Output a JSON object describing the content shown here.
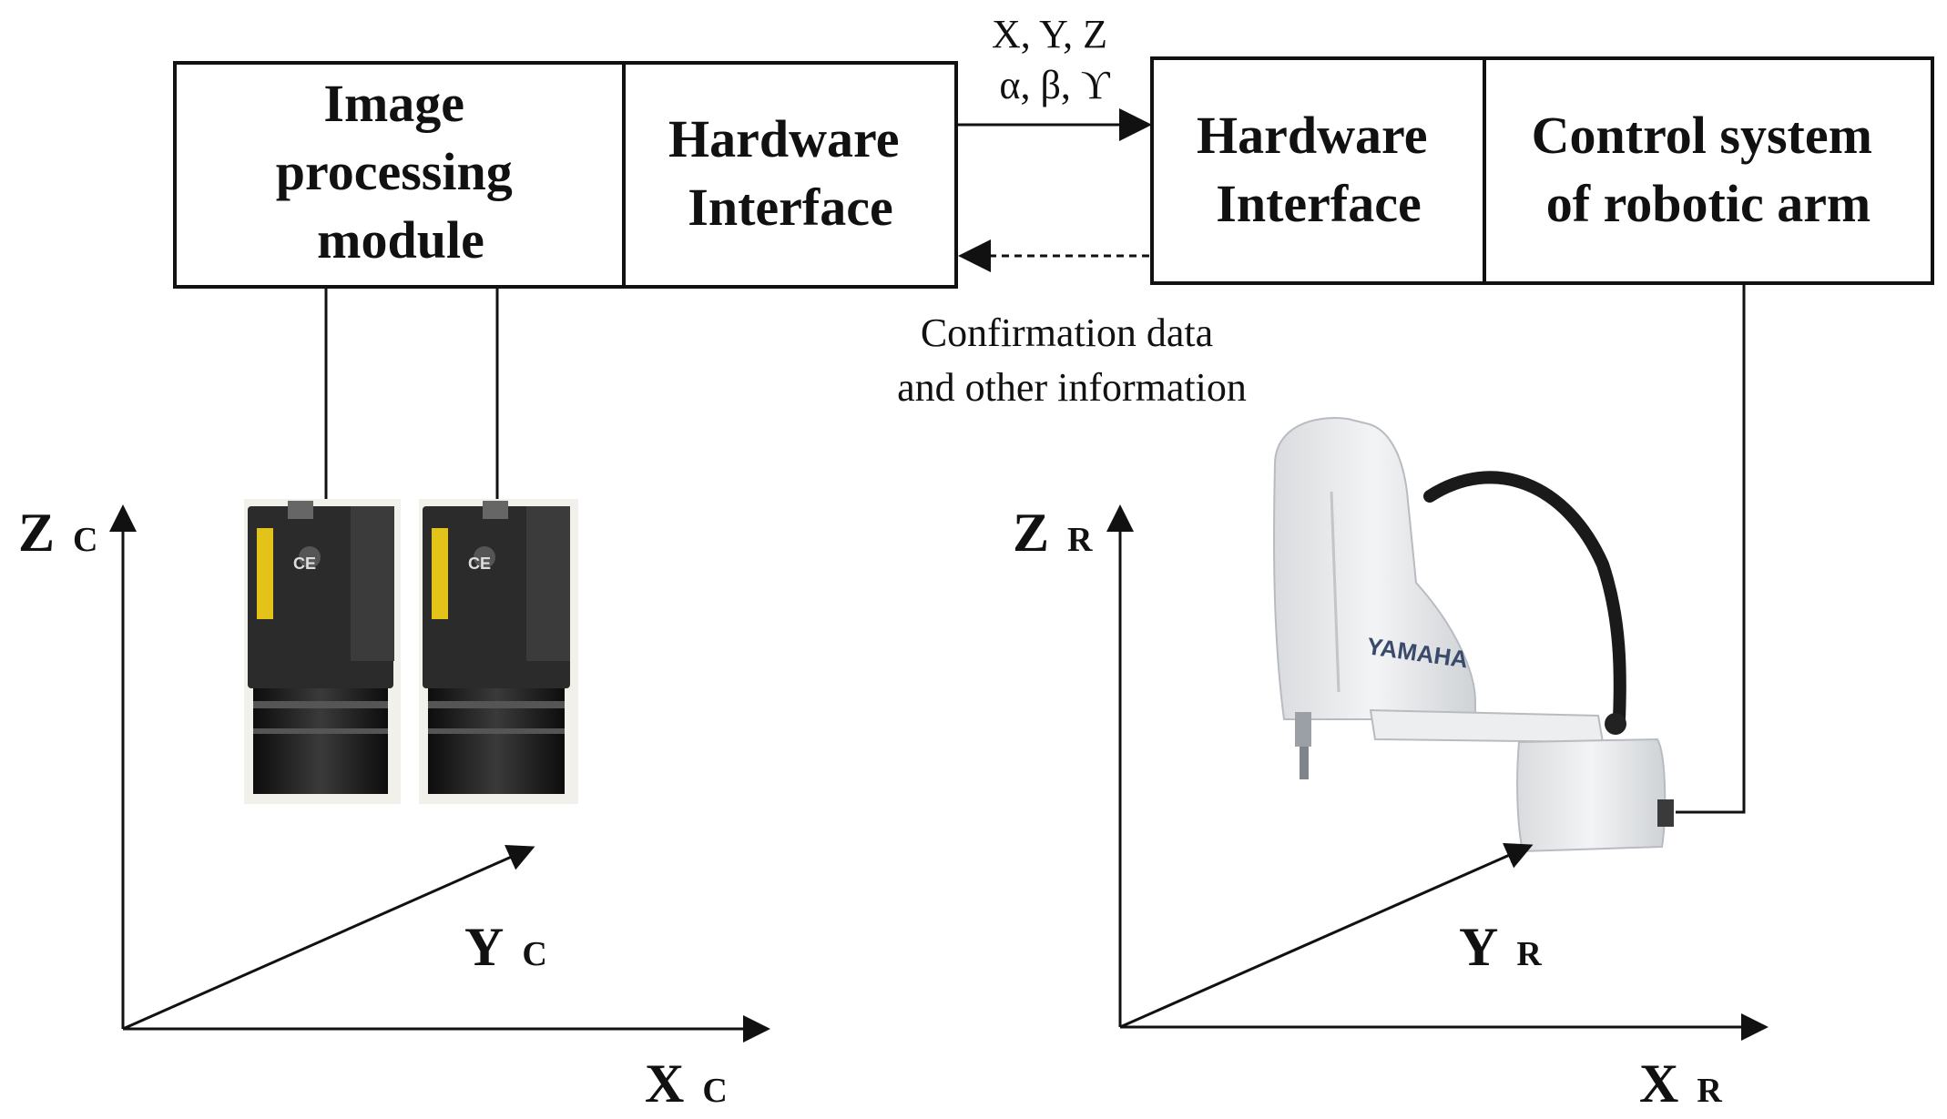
{
  "left_group": {
    "image_processing": [
      "Image",
      "processing",
      "module"
    ],
    "hardware_interface": [
      "Hardware",
      "Interface"
    ]
  },
  "right_group": {
    "hardware_interface": [
      "Hardware",
      "Interface"
    ],
    "control_system": [
      "Control system",
      "of robotic arm"
    ]
  },
  "forward_arrow_label": [
    "X, Y, Z",
    "α, β, ϒ"
  ],
  "feedback_arrow_label": [
    "Confirmation data",
    "and other information"
  ],
  "camera_axes": {
    "z": {
      "main": "Z",
      "sub": "C"
    },
    "y": {
      "main": "Y",
      "sub": "C"
    },
    "x": {
      "main": "X",
      "sub": "C"
    }
  },
  "robot_axes": {
    "z": {
      "main": "Z",
      "sub": "R"
    },
    "y": {
      "main": "Y",
      "sub": "R"
    },
    "x": {
      "main": "X",
      "sub": "R"
    }
  },
  "robot_brand_text": "YAMAHA",
  "camera_ce_mark": "CE",
  "colors": {
    "line": "#111111",
    "robot_body": "#e9eaec",
    "camera_body": "#2b2b2b",
    "camera_label": "#e3c21a"
  }
}
